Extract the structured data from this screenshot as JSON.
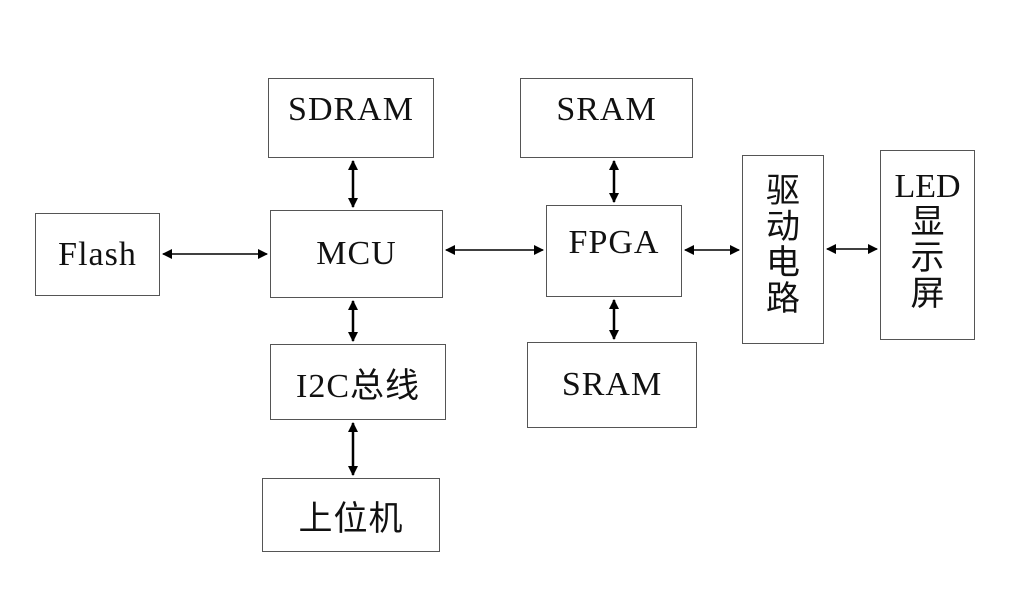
{
  "diagram": {
    "blocks": {
      "sdram": "SDRAM",
      "mcu": "MCU",
      "flash": "Flash",
      "i2c": "I2C总线",
      "host": "上位机",
      "sram_top": "SRAM",
      "fpga": "FPGA",
      "sram_bottom": "SRAM",
      "driver": "驱\n动\n电\n路",
      "led": "LED\n显\n示\n屏"
    }
  }
}
